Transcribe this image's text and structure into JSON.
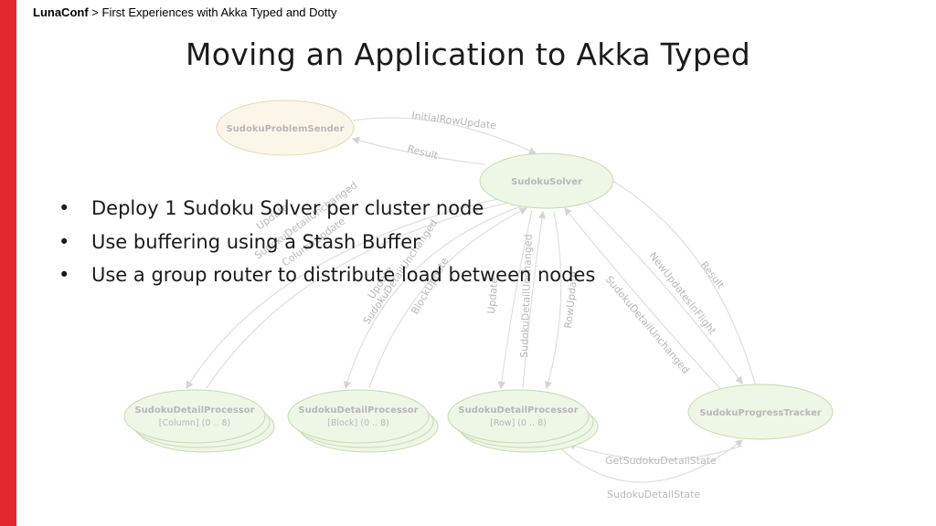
{
  "header": {
    "brand": "LunaConf",
    "separator": ">",
    "subtitle": "First Experiences with Akka Typed and Dotty"
  },
  "slide": {
    "title": "Moving an Application to Akka Typed",
    "bullets": [
      "Deploy 1 Sudoku Solver per cluster node",
      "Use buffering using a Stash Buffer",
      "Use a group router to distribute load between nodes"
    ]
  },
  "diagram": {
    "nodes": {
      "problem_sender": "SudokuProblemSender",
      "solver": "SudokuSolver",
      "detail_column": {
        "title": "SudokuDetailProcessor",
        "sub": "[Column] (0 .. 8)"
      },
      "detail_block": {
        "title": "SudokuDetailProcessor",
        "sub": "[Block] (0 .. 8)"
      },
      "detail_row": {
        "title": "SudokuDetailProcessor",
        "sub": "[Row] (0 .. 8)"
      },
      "progress_tracker": "SudokuProgressTracker"
    },
    "edges": {
      "initial_row_update": "InitialRowUpdate",
      "result_to_sender": "Result",
      "update_col": "Update",
      "detail_unchanged_col": "SudokuDetailUnchanged",
      "column_update": "ColumnUpdate",
      "update_block": "Update",
      "detail_unchanged_block": "SudokuDetailUnchanged",
      "block_update": "BlockUpdate",
      "update_row": "Update",
      "detail_unchanged_row": "SudokuDetailUnchanged",
      "row_update": "RowUpdate",
      "detail_unchanged_tracker": "SudokuDetailUnchanged",
      "new_updates_in_flight": "NewUpdatesInFlight",
      "result_from_tracker": "Result",
      "get_detail_state": "GetSudokuDetailState",
      "detail_state": "SudokuDetailState"
    },
    "colors": {
      "accent_red": "#e3262b",
      "sender_fill": "#fbf6e8",
      "sender_stroke": "#e2d9b8",
      "node_fill": "#eef6e6",
      "node_stroke": "#c4dcb0",
      "edge": "#dedede",
      "faded_text": "#b8b8b8"
    }
  }
}
